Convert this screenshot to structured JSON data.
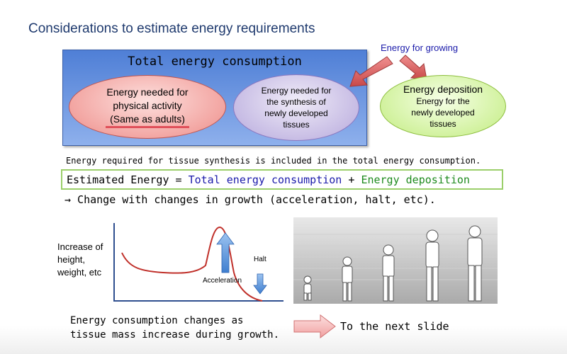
{
  "title": "Considerations to estimate energy requirements",
  "total_box": {
    "title": "Total energy consumption",
    "physical": {
      "line1": "Energy needed for",
      "line2": "physical activity",
      "line3": "(Same as adults)"
    },
    "synthesis": {
      "line1": "Energy needed for",
      "line2": "the synthesis of",
      "line3": "newly developed",
      "line4": "tissues"
    }
  },
  "growing_label": "Energy for growing",
  "deposition": {
    "title": "Energy deposition",
    "line1": "Energy for the",
    "line2": "newly developed",
    "line3": "tissues"
  },
  "note": "Energy required for tissue synthesis is included in the total energy consumption.",
  "formula": {
    "lhs": "Estimated Energy",
    "eq": " = ",
    "term1": "Total energy consumption",
    "plus": " + ",
    "term2": "Energy deposition"
  },
  "change_line": "→ Change with changes in growth (acceleration, halt, etc).",
  "graph": {
    "ylabel_line1": "Increase of",
    "ylabel_line2": "height,",
    "ylabel_line3": "weight, etc",
    "acceleration_label": "Acceleration",
    "halt_label": "Halt"
  },
  "bottom": {
    "line1": "Energy consumption changes as",
    "line2": "tissue mass increase during growth."
  },
  "next_slide": "To the next slide",
  "colors": {
    "title": "#1f3a6e",
    "blue_box": "#4f7fd6",
    "red_ellipse": "#ee8c88",
    "purple_ellipse": "#b6a8dc",
    "green_ellipse": "#c2ec80",
    "arrow_red": "#e06464",
    "formula_border": "#9bcf6a",
    "blue_text": "#1a1aaa",
    "green_text": "#1d8a1d"
  }
}
